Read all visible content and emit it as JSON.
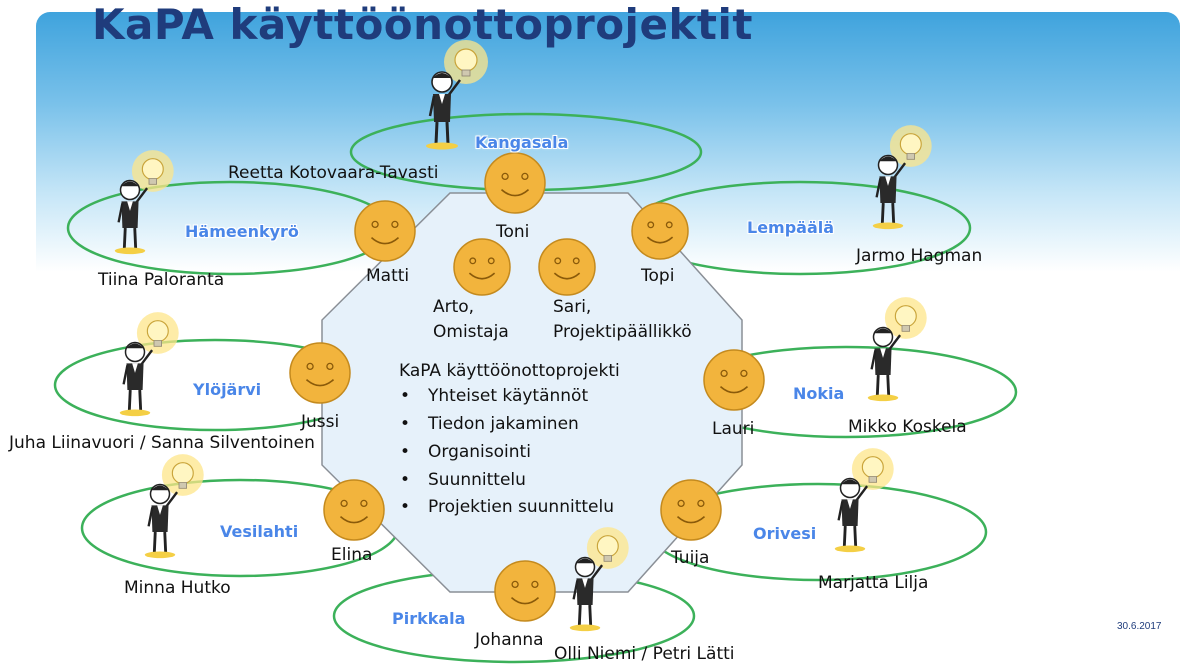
{
  "title": "KaPA käyttöönottoprojektit",
  "date": "30.6.2017",
  "center": {
    "heading": "KaPA käyttöönottoprojekti",
    "bullets": [
      "Yhteiset käytännöt",
      "Tiedon jakaminen",
      "Organisointi",
      "Suunnittelu",
      "Projektien suunnittelu"
    ],
    "owner_name": "Arto,",
    "owner_role": "Omistaja",
    "manager_name": "Sari,",
    "manager_role": "Projektipäällikkö"
  },
  "municipalities": [
    {
      "town": "Kangasala",
      "contact": "Reetta Kotovaara-Tavasti",
      "member": "Toni"
    },
    {
      "town": "Hämeenkyrö",
      "contact": "Tiina Paloranta",
      "member": "Matti"
    },
    {
      "town": "Lempäälä",
      "contact": "Jarmo Hagman",
      "member": "Topi"
    },
    {
      "town": "Ylöjärvi",
      "contact": "Juha Liinavuori / Sanna Silventoinen",
      "member": "Jussi"
    },
    {
      "town": "Nokia",
      "contact": "Mikko Koskela",
      "member": "Lauri"
    },
    {
      "town": "Vesilahti",
      "contact": "Minna Hutko",
      "member": "Elina"
    },
    {
      "town": "Orivesi",
      "contact": "Marjatta Lilja",
      "member": "Tuija"
    },
    {
      "town": "Pirkkala",
      "contact": "Olli Niemi / Petri Lätti",
      "member": "Johanna"
    }
  ],
  "colors": {
    "title": "#1f3c7c",
    "town": "#4a86e8",
    "ring": "#3cb15a",
    "hub_fill": "#e6f1fa",
    "hub_stroke": "#8a8f96",
    "smiley": "#f2b43d"
  }
}
